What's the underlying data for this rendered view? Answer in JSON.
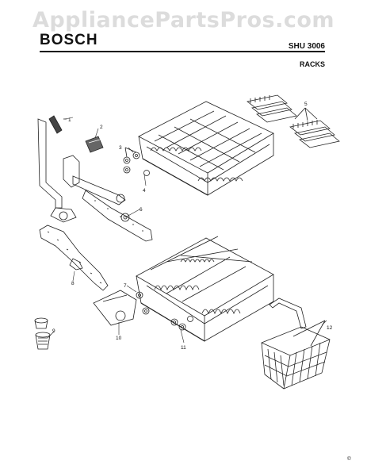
{
  "watermark": "AppliancePartsPros.com",
  "brand": "BOSCH",
  "model": "SHU 3006",
  "section": "RACKS",
  "callouts": [
    "1",
    "2",
    "3",
    "4",
    "5",
    "6",
    "7",
    "8",
    "9",
    "10",
    "11",
    "12"
  ],
  "copyright": "©"
}
